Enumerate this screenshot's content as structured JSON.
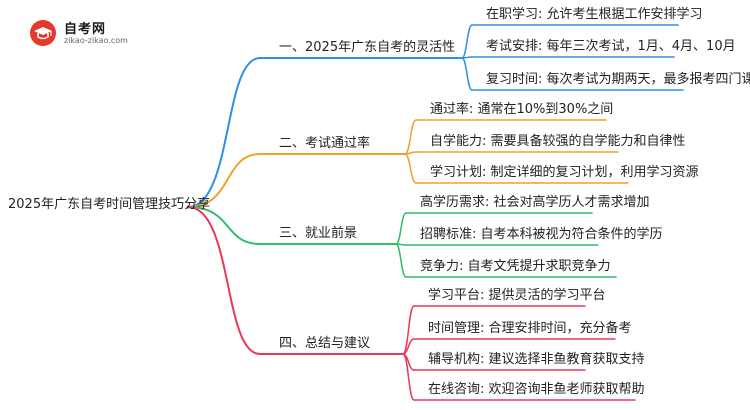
{
  "logo": {
    "name": "自考网",
    "domain": "zikao-zikao.com"
  },
  "mindmap": {
    "root": "2025年广东自考时间管理技巧分享",
    "branches": [
      {
        "label": "一、2025年广东自考的灵活性",
        "color": "#2f8fe6",
        "leaves": [
          "在职学习: 允许考生根据工作安排学习",
          "考试安排: 每年三次考试，1月、4月、10月",
          "复习时间: 每次考试为期两天，最多报考四门课程"
        ]
      },
      {
        "label": "二、考试通过率",
        "color": "#f0a12d",
        "leaves": [
          "通过率: 通常在10%到30%之间",
          "自学能力: 需要具备较强的自学能力和自律性",
          "学习计划: 制定详细的复习计划，利用学习资源"
        ]
      },
      {
        "label": "三、就业前景",
        "color": "#2fbf69",
        "leaves": [
          "高学历需求: 社会对高学历人才需求增加",
          "招聘标准: 自考本科被视为符合条件的学历",
          "竞争力: 自考文凭提升求职竞争力"
        ]
      },
      {
        "label": "四、总结与建议",
        "color": "#e8395a",
        "leaves": [
          "学习平台: 提供灵活的学习平台",
          "时间管理: 合理安排时间，充分备考",
          "辅导机构: 建议选择非鱼教育获取支持",
          "在线咨询: 欢迎咨询非鱼老师获取帮助"
        ]
      }
    ]
  }
}
